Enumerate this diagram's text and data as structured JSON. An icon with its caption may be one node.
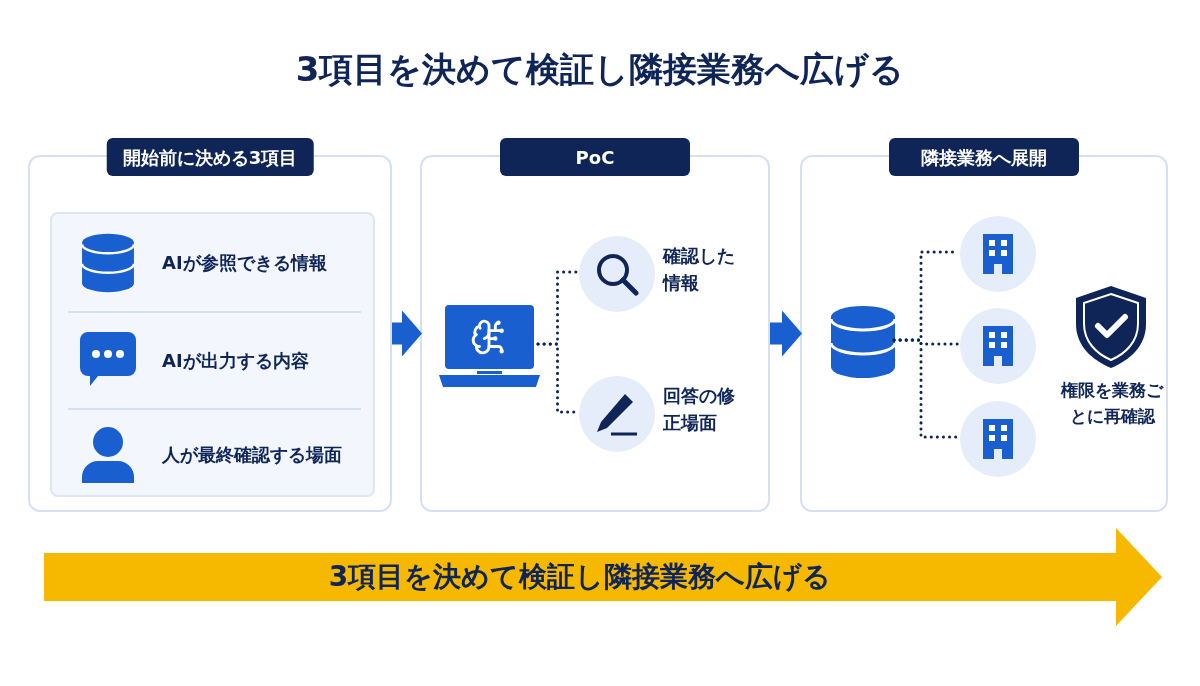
{
  "diagram": {
    "title": "3項目を決めて検証し隣接業務へ広げる",
    "nodes": [
      {
        "text": [
          "開始前に決める3項目"
        ]
      },
      {
        "text": [],
        "shape": "box",
        "in": 0
      },
      {
        "text": [
          "AIが参照できる情報"
        ],
        "in": 1
      },
      {
        "text": [
          "AIが出力する内容"
        ],
        "in": 1
      },
      {
        "text": [
          "人が最終確認する場面"
        ],
        "in": 1
      },
      {
        "text": [
          "PoC"
        ]
      },
      {
        "text": [],
        "shape": "laptop",
        "in": 5
      },
      {
        "text": [],
        "shape": "circle",
        "in": 5,
        "beside": [
          "確認した情報"
        ]
      },
      {
        "text": [],
        "shape": "circle",
        "in": 5,
        "beside": [
          "回答の修正場面"
        ]
      },
      {
        "text": [
          "隣接業務へ展開"
        ]
      },
      {
        "text": [],
        "shape": "cylinder",
        "in": 9
      },
      {
        "text": [],
        "shape": "circle",
        "in": 9
      },
      {
        "text": [],
        "shape": "circle",
        "in": 9
      },
      {
        "text": [],
        "shape": "circle",
        "in": 9
      },
      {
        "text": [
          "3項目を決めて検証し隣接業務へ広げる"
        ]
      }
    ],
    "edges": [
      {
        "from": 0,
        "to": 5,
        "arrow": "to",
        "style": "thick",
        "color": "#1a5fd0"
      },
      {
        "from": 5,
        "to": 9,
        "arrow": "to",
        "style": "thick",
        "color": "#1a5fd0"
      },
      {
        "from": 6,
        "to": 7,
        "arrow": "none",
        "style": "dashed"
      },
      {
        "from": 6,
        "to": 8,
        "arrow": "none",
        "style": "dashed"
      },
      {
        "from": 10,
        "to": 11,
        "arrow": "none",
        "style": "dashed"
      },
      {
        "from": 10,
        "to": 12,
        "arrow": "none",
        "style": "dashed"
      },
      {
        "from": 10,
        "to": 13,
        "arrow": "none",
        "style": "dashed"
      }
    ],
    "labels": [
      "権限を業務ごとに再確認"
    ]
  }
}
